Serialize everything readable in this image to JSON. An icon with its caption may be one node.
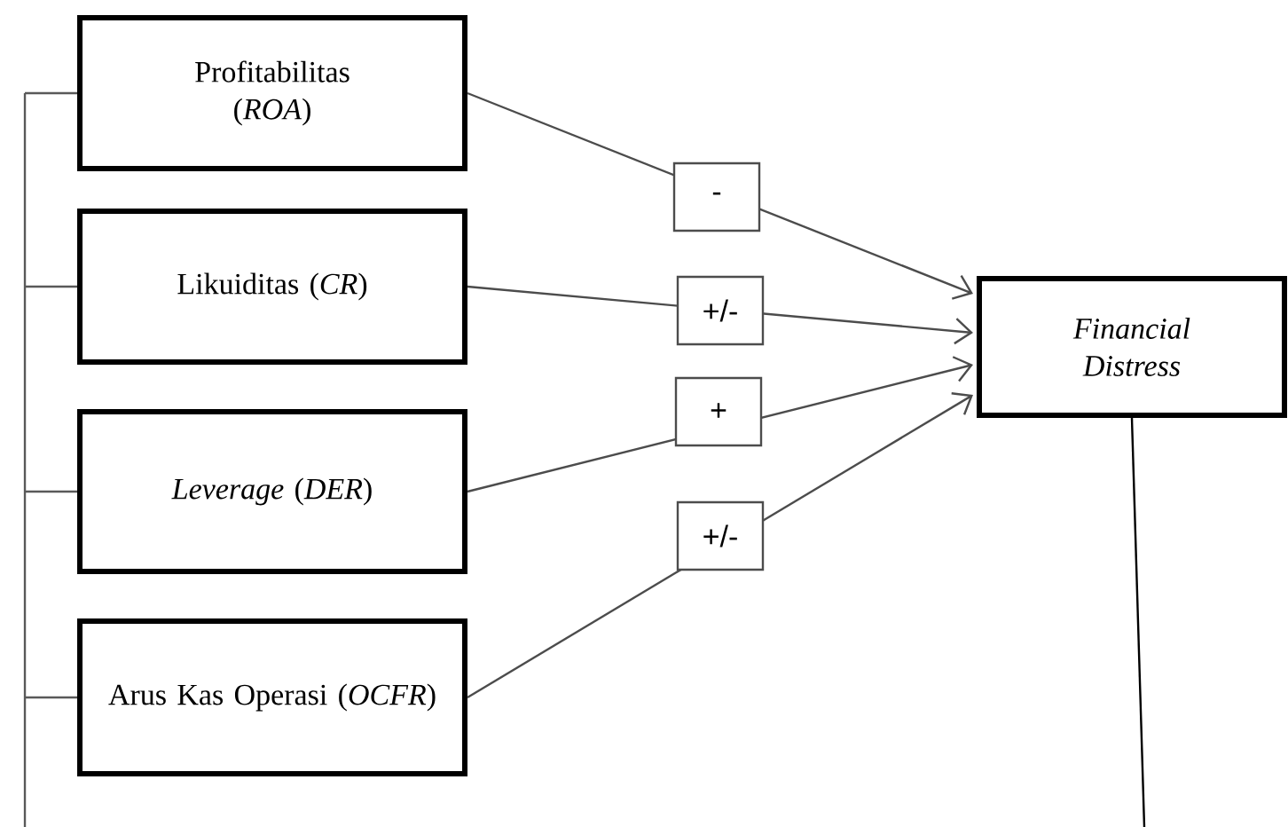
{
  "diagram": {
    "nodes": [
      {
        "text": [
          "Profitabilitas (*ROA*)"
        ]
      },
      {
        "text": [
          "Likuiditas (*CR*)"
        ]
      },
      {
        "text": [
          "*Leverage* (*DER*)"
        ]
      },
      {
        "text": [
          "Arus Kas Operasi (*OCFR*)"
        ]
      },
      {
        "text": [
          "Financial Distress"
        ]
      }
    ],
    "edges": [
      {
        "from": 0,
        "to": 4,
        "arrow": "to",
        "label": "-"
      },
      {
        "from": 1,
        "to": 4,
        "arrow": "to",
        "label": "+/-"
      },
      {
        "from": 2,
        "to": 4,
        "arrow": "to",
        "label": "+"
      },
      {
        "from": 3,
        "to": 4,
        "arrow": "to",
        "label": "+/-"
      }
    ]
  }
}
